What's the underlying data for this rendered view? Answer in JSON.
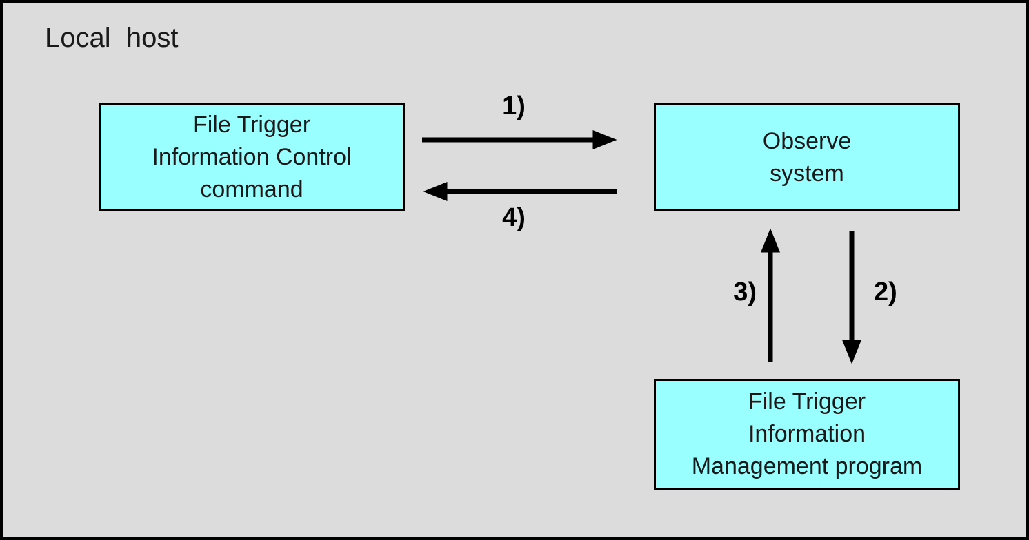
{
  "title": "Local  host",
  "colors": {
    "background": "#dcdcdc",
    "node_fill": "#99ffff",
    "node_border": "#000000",
    "arrow": "#000000"
  },
  "nodes": {
    "control_command": {
      "lines": [
        "File Trigger",
        "Information Control",
        "command"
      ]
    },
    "observe_system": {
      "lines": [
        "Observe",
        "system"
      ]
    },
    "management_program": {
      "lines": [
        "File Trigger",
        "Information",
        "Management program"
      ]
    }
  },
  "arrows": [
    {
      "label": "1)",
      "direction": "right",
      "from": "control_command",
      "to": "observe_system"
    },
    {
      "label": "2)",
      "direction": "down",
      "from": "observe_system",
      "to": "management_program"
    },
    {
      "label": "3)",
      "direction": "up",
      "from": "management_program",
      "to": "observe_system"
    },
    {
      "label": "4)",
      "direction": "left",
      "from": "observe_system",
      "to": "control_command"
    }
  ]
}
